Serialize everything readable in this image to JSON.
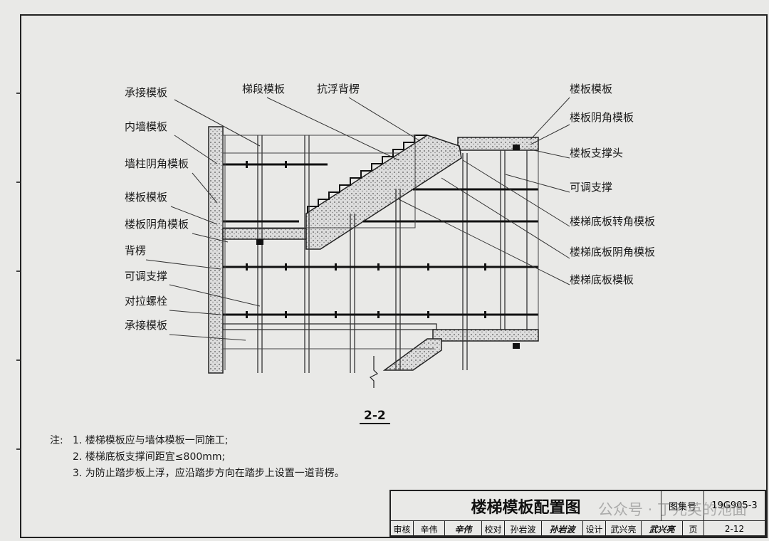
{
  "labels_left": [
    "承接模板",
    "内墙模板",
    "墙柱阴角模板",
    "楼板模板",
    "楼板阴角模板",
    "背楞",
    "可调支撑",
    "对拉螺栓",
    "承接模板"
  ],
  "labels_top": [
    "梯段模板",
    "抗浮背楞"
  ],
  "labels_right": [
    "楼板模板",
    "楼板阴角模板",
    "楼板支撑头",
    "可调支撑",
    "楼梯底板转角模板",
    "楼梯底板阴角模板",
    "楼梯底板模板"
  ],
  "section_label": "2-2",
  "notes": {
    "prefix": "注:",
    "items": [
      "1. 楼梯模板应与墙体模板一同施工;",
      "2. 楼梯底板支撑间距宜≤800mm;",
      "3. 为防止踏步板上浮，应沿踏步方向在踏步上设置一道背楞。"
    ]
  },
  "title_block": {
    "title": "楼梯模板配置图",
    "atlas_label": "图集号",
    "atlas_no": "19G905-3",
    "review_label": "审核",
    "reviewer": "辛伟",
    "reviewer_sig": "辛伟",
    "check_label": "校对",
    "checker": "孙岩波",
    "checker_sig": "孙岩波",
    "design_label": "设计",
    "designer": "武兴亮",
    "designer_sig": "武兴亮",
    "page_label": "页",
    "page_no": "2-12"
  },
  "watermark": "公众号 · 丁元英的池面"
}
